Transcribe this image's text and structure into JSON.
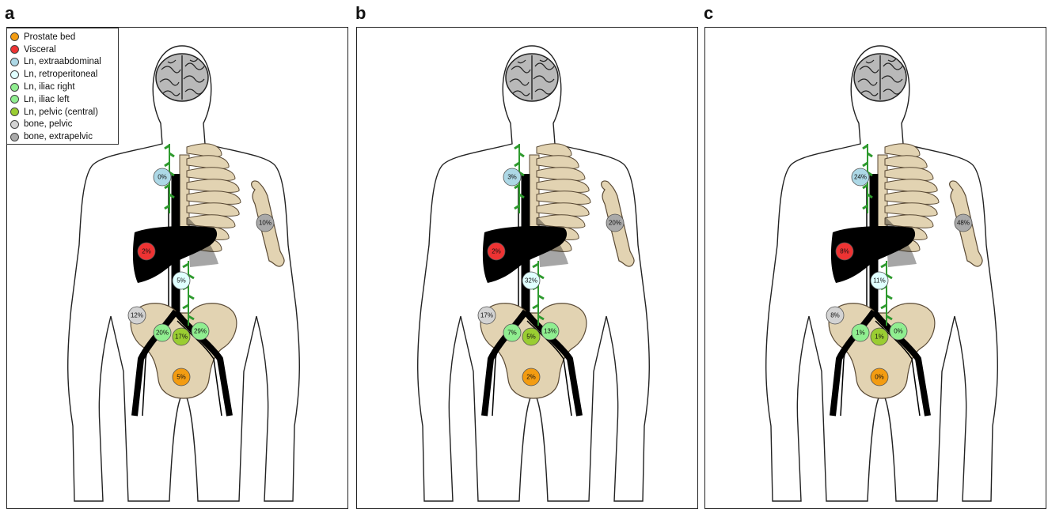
{
  "panels": [
    {
      "letter": "a",
      "markers": {
        "ln_extraabdominal": "0%",
        "bone_extrapelvic": "10%",
        "visceral": "2%",
        "ln_retroperitoneal": "5%",
        "bone_pelvic": "12%",
        "ln_iliac_right": "20%",
        "ln_pelvic_central": "17%",
        "ln_iliac_left": "29%",
        "prostate_bed": "5%"
      }
    },
    {
      "letter": "b",
      "markers": {
        "ln_extraabdominal": "3%",
        "bone_extrapelvic": "20%",
        "visceral": "2%",
        "ln_retroperitoneal": "32%",
        "bone_pelvic": "17%",
        "ln_iliac_right": "7%",
        "ln_pelvic_central": "5%",
        "ln_iliac_left": "13%",
        "prostate_bed": "2%"
      }
    },
    {
      "letter": "c",
      "markers": {
        "ln_extraabdominal": "24%",
        "bone_extrapelvic": "48%",
        "visceral": "8%",
        "ln_retroperitoneal": "11%",
        "bone_pelvic": "8%",
        "ln_iliac_right": "1%",
        "ln_pelvic_central": "1%",
        "ln_iliac_left": "0%",
        "prostate_bed": "0%"
      }
    }
  ],
  "legend": [
    {
      "label": "Prostate bed",
      "color": "#f39c12"
    },
    {
      "label": "Visceral",
      "color": "#ee3333"
    },
    {
      "label": "Ln, extraabdominal",
      "color": "#add8e6"
    },
    {
      "label": "Ln, retroperitoneal",
      "color": "#e0ffff"
    },
    {
      "label": "Ln, iliac right",
      "color": "#90ee90"
    },
    {
      "label": "Ln, iliac left",
      "color": "#90ee90"
    },
    {
      "label": "Ln, pelvic (central)",
      "color": "#9acd32"
    },
    {
      "label": "bone, pelvic",
      "color": "#d3d3d3"
    },
    {
      "label": "bone, extrapelvic",
      "color": "#a9a9a9"
    }
  ],
  "marker_colors": {
    "prostate_bed": "#f39c12",
    "visceral": "#ee3333",
    "ln_extraabdominal": "#add8e6",
    "ln_retroperitoneal": "#e0ffff",
    "ln_iliac_right": "#90ee90",
    "ln_iliac_left": "#90ee90",
    "ln_pelvic_central": "#9acd32",
    "bone_pelvic": "#d3d3d3",
    "bone_extrapelvic": "#a9a9a9"
  }
}
